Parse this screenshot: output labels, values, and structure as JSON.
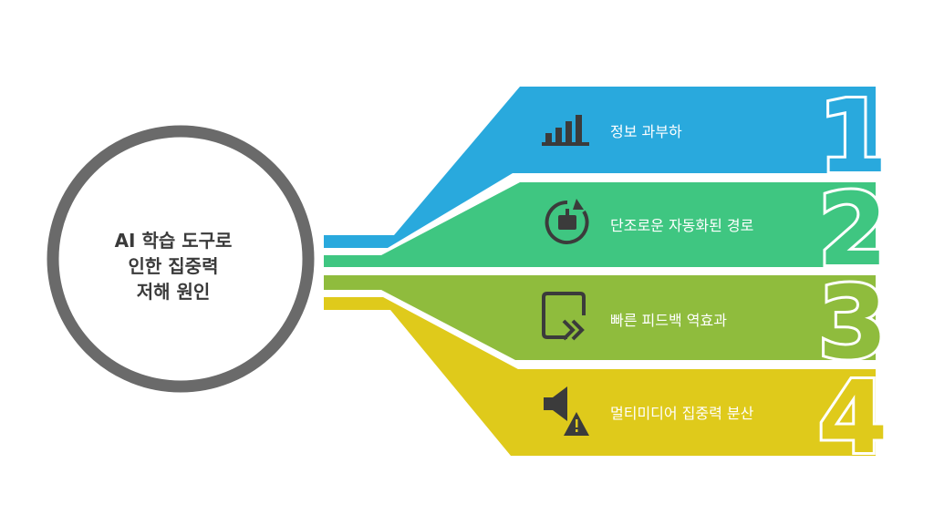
{
  "center": {
    "title": "AI 학습 도구로\n인한 집중력\n저해 원인"
  },
  "colors": {
    "blue": "#29a9dd",
    "green": "#3fc681",
    "lime": "#8fbc3d",
    "yellow": "#dfca1b",
    "ring": "#6a6a6a",
    "icon": "#3b3b3b"
  },
  "items": [
    {
      "number": "1",
      "label": "정보 과부하",
      "icon": "bar-chart-icon"
    },
    {
      "number": "2",
      "label": "단조로운 자동화된 경로",
      "icon": "refresh-robot-icon"
    },
    {
      "number": "3",
      "label": "빠른 피드백 역효과",
      "icon": "forward-loop-icon"
    },
    {
      "number": "4",
      "label": "멀티미디어 집중력 분산",
      "icon": "speaker-warning-icon"
    }
  ]
}
